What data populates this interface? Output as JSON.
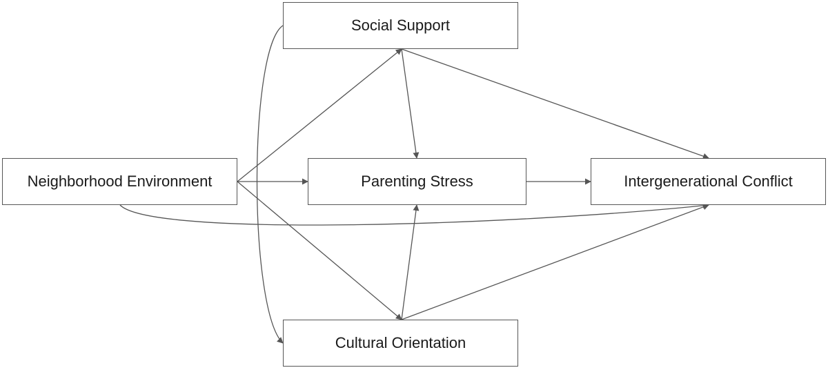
{
  "nodes": {
    "social_support": "Social Support",
    "neighborhood_environment": "Neighborhood Environment",
    "parenting_stress": "Parenting Stress",
    "intergenerational_conflict": "Intergenerational Conflict",
    "cultural_orientation": "Cultural Orientation"
  },
  "edges": [
    {
      "from": "neighborhood_environment",
      "to": "social_support"
    },
    {
      "from": "neighborhood_environment",
      "to": "parenting_stress"
    },
    {
      "from": "neighborhood_environment",
      "to": "cultural_orientation"
    },
    {
      "from": "neighborhood_environment",
      "to": "intergenerational_conflict"
    },
    {
      "from": "social_support",
      "to": "parenting_stress"
    },
    {
      "from": "social_support",
      "to": "intergenerational_conflict"
    },
    {
      "from": "social_support",
      "to": "cultural_orientation"
    },
    {
      "from": "cultural_orientation",
      "to": "parenting_stress"
    },
    {
      "from": "cultural_orientation",
      "to": "intergenerational_conflict"
    },
    {
      "from": "parenting_stress",
      "to": "intergenerational_conflict"
    }
  ],
  "colors": {
    "line": "#555555",
    "border": "#555555",
    "text": "#1a1a1a"
  }
}
